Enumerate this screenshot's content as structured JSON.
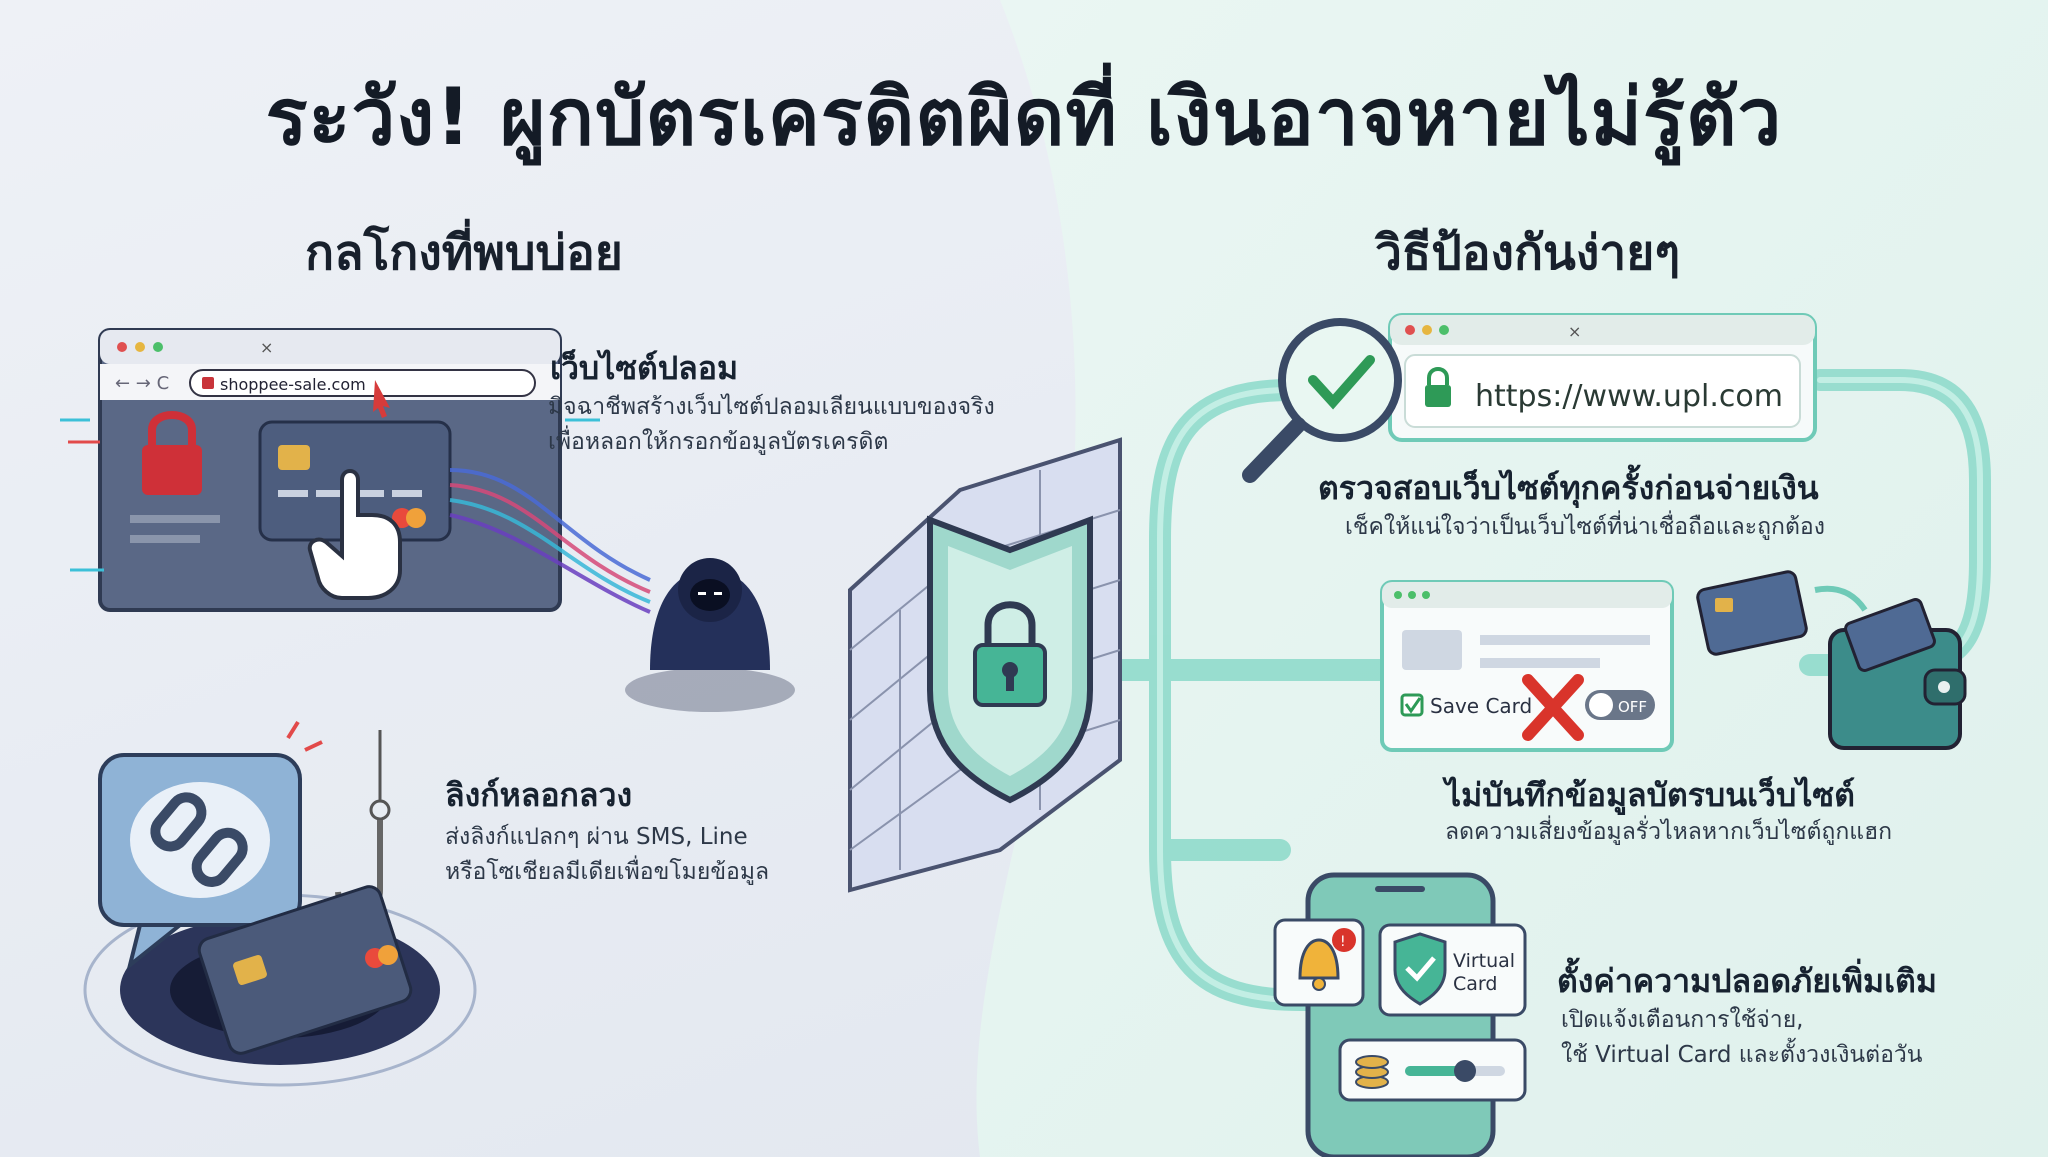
{
  "title": "ระวัง! ผูกบัตรเครดิตผิดที่ เงินอาจหายไม่รู้ตัว",
  "left": {
    "heading": "กลโกงที่พบบ่อย",
    "items": [
      {
        "title": "เว็บไซต์ปลอม",
        "desc1": "มิจฉาชีพสร้างเว็บไซต์ปลอมเลียนแบบของจริง",
        "desc2": "เพื่อหลอกให้กรอกข้อมูลบัตรเครดิต",
        "url": "shoppee-sale.com"
      },
      {
        "title": "ลิงก์หลอกลวง",
        "desc1": "ส่งลิงก์แปลกๆ ผ่าน SMS, Line",
        "desc2": "หรือโซเชียลมีเดียเพื่อขโมยข้อมูล"
      }
    ]
  },
  "right": {
    "heading": "วิธีป้องกันง่ายๆ",
    "items": [
      {
        "title": "ตรวจสอบเว็บไซต์ทุกครั้งก่อนจ่ายเงิน",
        "desc1": "เช็คให้แน่ใจว่าเป็นเว็บไซต์ที่น่าเชื่อถือและถูกต้อง",
        "url": "https://www.upl.com"
      },
      {
        "title": "ไม่บันทึกข้อมูลบัตรบนเว็บไซต์",
        "desc1": "ลดความเสี่ยงข้อมูลรั่วไหลหากเว็บไซต์ถูกแฮก",
        "save_card": "Save Card",
        "toggle": "OFF"
      },
      {
        "title": "ตั้งค่าความปลอดภัยเพิ่มเติม",
        "desc1": "เปิดแจ้งเตือนการใช้จ่าย,",
        "desc2": "ใช้ Virtual Card และตั้งวงเงินต่อวัน",
        "virtual1": "Virtual",
        "virtual2": "Card"
      }
    ]
  },
  "colors": {
    "teal": "#5fc9b3",
    "navy": "#3a4a66",
    "red": "#d9342b",
    "green": "#2e9a57"
  }
}
